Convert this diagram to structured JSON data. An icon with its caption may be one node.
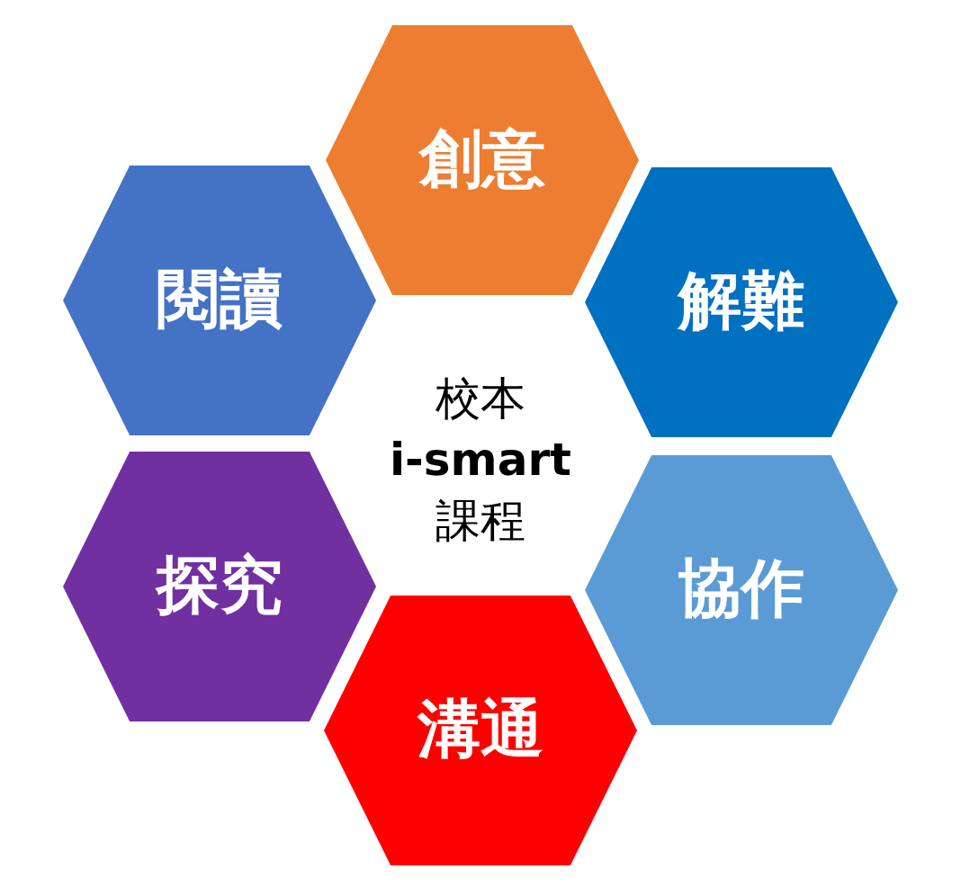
{
  "diagram": {
    "nodes": [
      {
        "text": [
          "創意"
        ]
      },
      {
        "text": [
          "閱讀"
        ]
      },
      {
        "text": [
          "解難"
        ]
      },
      {
        "text": [
          "校本 **i-smart** 課程"
        ]
      },
      {
        "text": [
          "探究"
        ]
      },
      {
        "text": [
          "協作"
        ]
      },
      {
        "text": [
          "溝通"
        ]
      }
    ]
  }
}
